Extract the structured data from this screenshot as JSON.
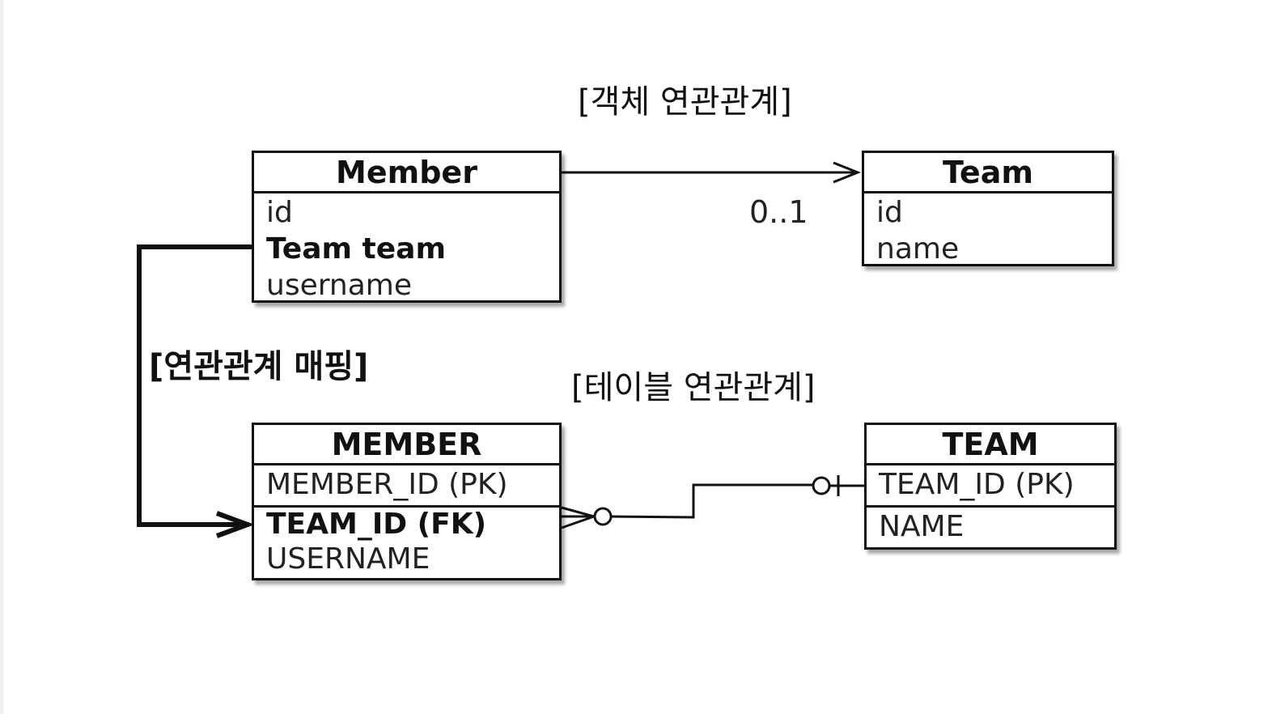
{
  "captions": {
    "object_relation": "[객체 연관관계]",
    "mapping": "[연관관계 매핑]",
    "table_relation": "[테이블 연관관계]"
  },
  "object_model": {
    "member": {
      "name": "Member",
      "fields": [
        "id",
        "Team team",
        "username"
      ]
    },
    "team": {
      "name": "Team",
      "fields": [
        "id",
        "name"
      ]
    },
    "association": {
      "multiplicity": "0..1"
    }
  },
  "table_model": {
    "member": {
      "name": "MEMBER",
      "pk": "MEMBER_ID (PK)",
      "fk": "TEAM_ID (FK)",
      "columns": [
        "USERNAME"
      ]
    },
    "team": {
      "name": "TEAM",
      "pk": "TEAM_ID (PK)",
      "columns": [
        "NAME"
      ]
    }
  }
}
